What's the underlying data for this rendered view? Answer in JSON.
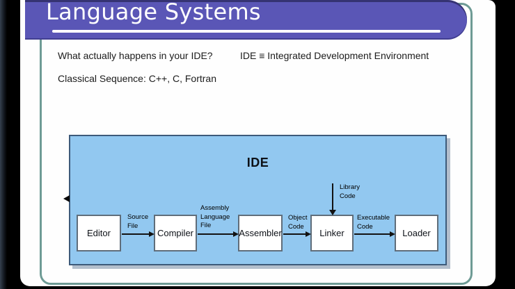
{
  "title_banner": {
    "title": "Language Systems"
  },
  "body": {
    "question": "What actually happens in your IDE?",
    "definition": "IDE ≡ Integrated Development Environment",
    "sequence": "Classical Sequence: C++, C, Fortran"
  },
  "diagram": {
    "title": "IDE",
    "stages": [
      "Editor",
      "Compiler",
      "Assembler",
      "Linker",
      "Loader"
    ],
    "flow_labels": {
      "source": "Source\nFile",
      "assembly": "Assembly\nLanguage\nFile",
      "object": "Object\nCode",
      "executable": "Executable\nCode",
      "library": "Library\nCode"
    },
    "colors": {
      "container_fill": "#92c8f0",
      "container_border": "#3d5a7a",
      "banner_purple": "#5a56b6",
      "frame_teal": "#6e9b95"
    }
  }
}
